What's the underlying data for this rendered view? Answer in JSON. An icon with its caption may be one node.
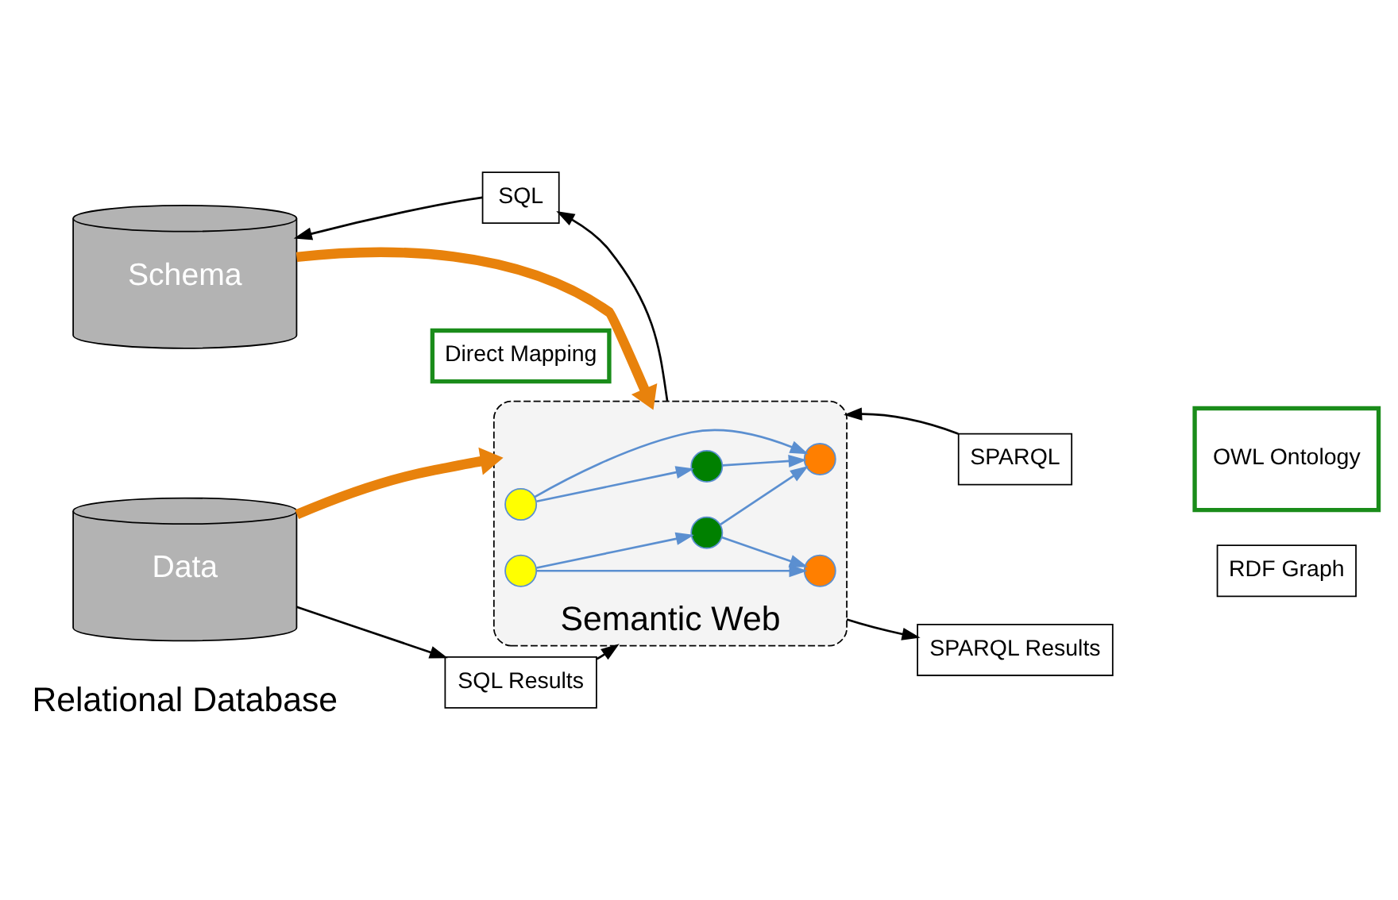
{
  "diagram": {
    "nodes": [
      {
        "text": [
          "Schema"
        ]
      },
      {
        "text": [
          "Data"
        ]
      },
      {
        "text": [
          "SQL"
        ]
      },
      {
        "text": [
          "Direct Mapping"
        ]
      },
      {
        "text": [
          "SQL Results"
        ]
      },
      {
        "text": [
          "Semantic Web"
        ]
      },
      {
        "text": [],
        "shape": "circle",
        "in": 5
      },
      {
        "text": [],
        "shape": "circle",
        "in": 5
      },
      {
        "text": [],
        "shape": "circle",
        "in": 5
      },
      {
        "text": [],
        "shape": "circle",
        "in": 5
      },
      {
        "text": [],
        "shape": "circle",
        "in": 5
      },
      {
        "text": [],
        "shape": "circle",
        "in": 5
      },
      {
        "text": [
          "SPARQL"
        ]
      },
      {
        "text": [
          "SPARQL Results"
        ]
      },
      {
        "text": [
          "OWL Ontology"
        ]
      },
      {
        "text": [
          "RDF Graph"
        ]
      }
    ],
    "edges": [
      {
        "from": 5,
        "to": 2,
        "arrow": "to",
        "color": "#000000"
      },
      {
        "from": 2,
        "to": 0,
        "arrow": "to",
        "color": "#000000"
      },
      {
        "from": 0,
        "to": 5,
        "arrow": "to",
        "style": "thick",
        "color": "#e8820c"
      },
      {
        "from": 1,
        "to": 5,
        "arrow": "to",
        "style": "thick",
        "color": "#e8820c"
      },
      {
        "from": 1,
        "to": 4,
        "arrow": "to",
        "color": "#000000"
      },
      {
        "from": 4,
        "to": 5,
        "arrow": "to",
        "color": "#000000"
      },
      {
        "from": 12,
        "to": 5,
        "arrow": "to",
        "color": "#000000"
      },
      {
        "from": 5,
        "to": 13,
        "arrow": "to",
        "color": "#000000"
      },
      {
        "from": 7,
        "to": 6,
        "arrow": "to",
        "color": "#5b8fd0"
      },
      {
        "from": 6,
        "to": 8,
        "arrow": "to",
        "color": "#5b8fd0"
      },
      {
        "from": 7,
        "to": 8,
        "arrow": "to",
        "color": "#5b8fd0"
      },
      {
        "from": 9,
        "to": 8,
        "arrow": "to",
        "color": "#5b8fd0"
      },
      {
        "from": 10,
        "to": 9,
        "arrow": "to",
        "color": "#5b8fd0"
      },
      {
        "from": 9,
        "to": 11,
        "arrow": "to",
        "color": "#5b8fd0"
      },
      {
        "from": 10,
        "to": 11,
        "arrow": "to",
        "color": "#5b8fd0"
      }
    ],
    "labels": [
      "Relational Database"
    ]
  }
}
